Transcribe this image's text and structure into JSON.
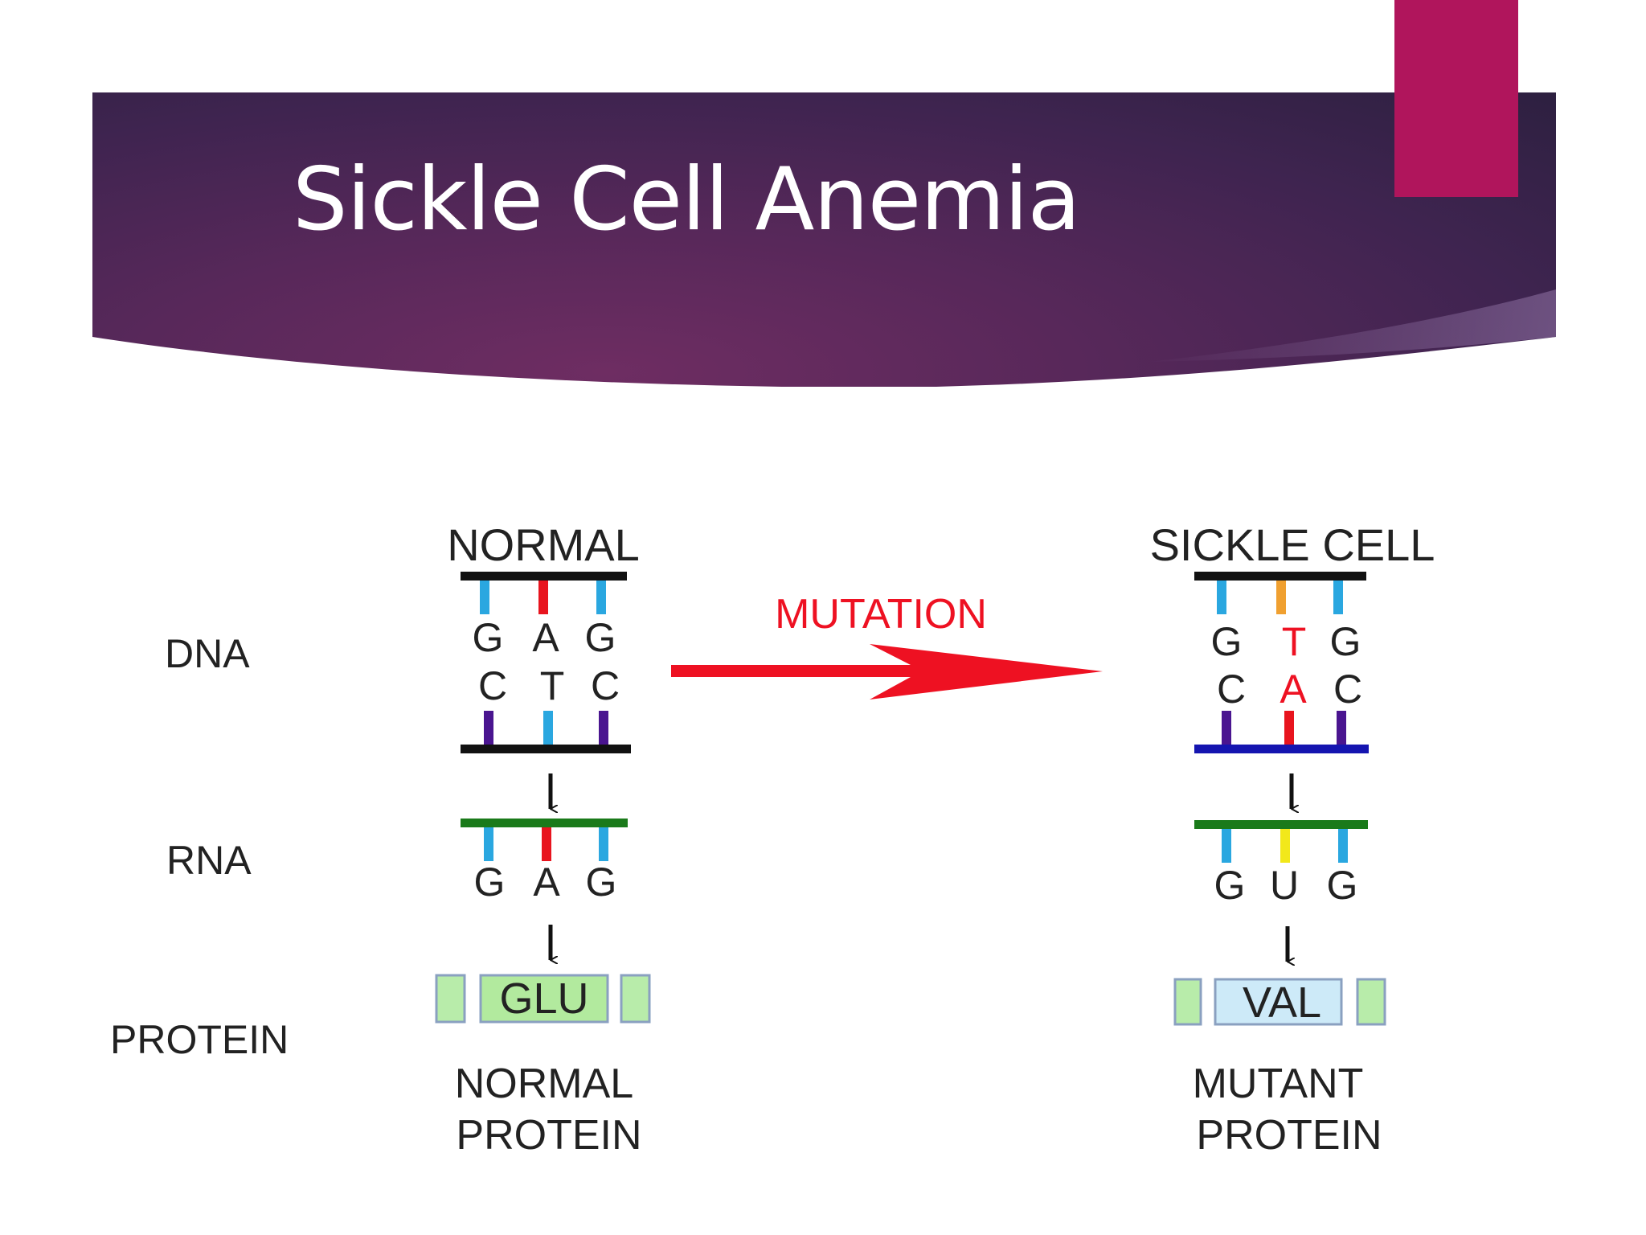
{
  "slide": {
    "title": "Sickle Cell Anemia",
    "colors": {
      "banner": "#4a2656",
      "accent": "#b0155c",
      "title_text": "#ffffff"
    }
  },
  "diagram": {
    "row_labels": {
      "dna": "DNA",
      "rna": "RNA",
      "protein": "PROTEIN"
    },
    "arrow_label": "MUTATION",
    "normal": {
      "heading": "NORMAL",
      "dna_top": [
        "G",
        "A",
        "G"
      ],
      "dna_bottom": [
        "C",
        "T",
        "C"
      ],
      "rna": [
        "G",
        "A",
        "G"
      ],
      "amino_acid": "GLU",
      "caption_line1": "NORMAL",
      "caption_line2": "PROTEIN"
    },
    "sickle": {
      "heading": "SICKLE CELL",
      "dna_top": [
        "G",
        "T",
        "G"
      ],
      "dna_bottom": [
        "C",
        "A",
        "C"
      ],
      "rna": [
        "G",
        "U",
        "G"
      ],
      "amino_acid": "VAL",
      "caption_line1": "MUTANT",
      "caption_line2": "PROTEIN"
    },
    "colors": {
      "mutation": "#ee1122",
      "strand": "#111111",
      "mutant_strand": "#1515b0",
      "rna_strand": "#1a7a1a",
      "base_blue": "#2aa7e0",
      "base_red": "#e8141e",
      "base_purple": "#4a1590",
      "base_orange": "#f0a030",
      "base_yellow": "#f2e81a",
      "glu_box": "#b2ea9e",
      "val_box": "#cdeaf8",
      "flank_box": "#b8ecaa"
    }
  }
}
